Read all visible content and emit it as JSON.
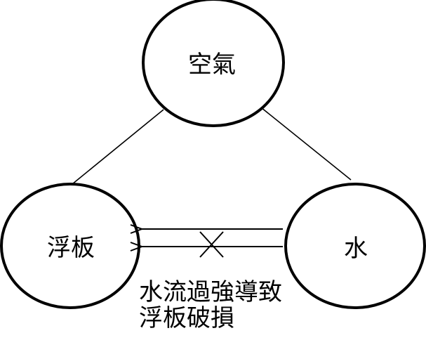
{
  "nodes": {
    "air": {
      "label": "空氣"
    },
    "float_board": {
      "label": "浮板"
    },
    "water": {
      "label": "水"
    }
  },
  "annotation": {
    "line1": "水流過強導致",
    "line2": "浮板破損"
  },
  "colors": {
    "stroke": "#000000",
    "background": "#ffffff",
    "text": "#000000"
  }
}
